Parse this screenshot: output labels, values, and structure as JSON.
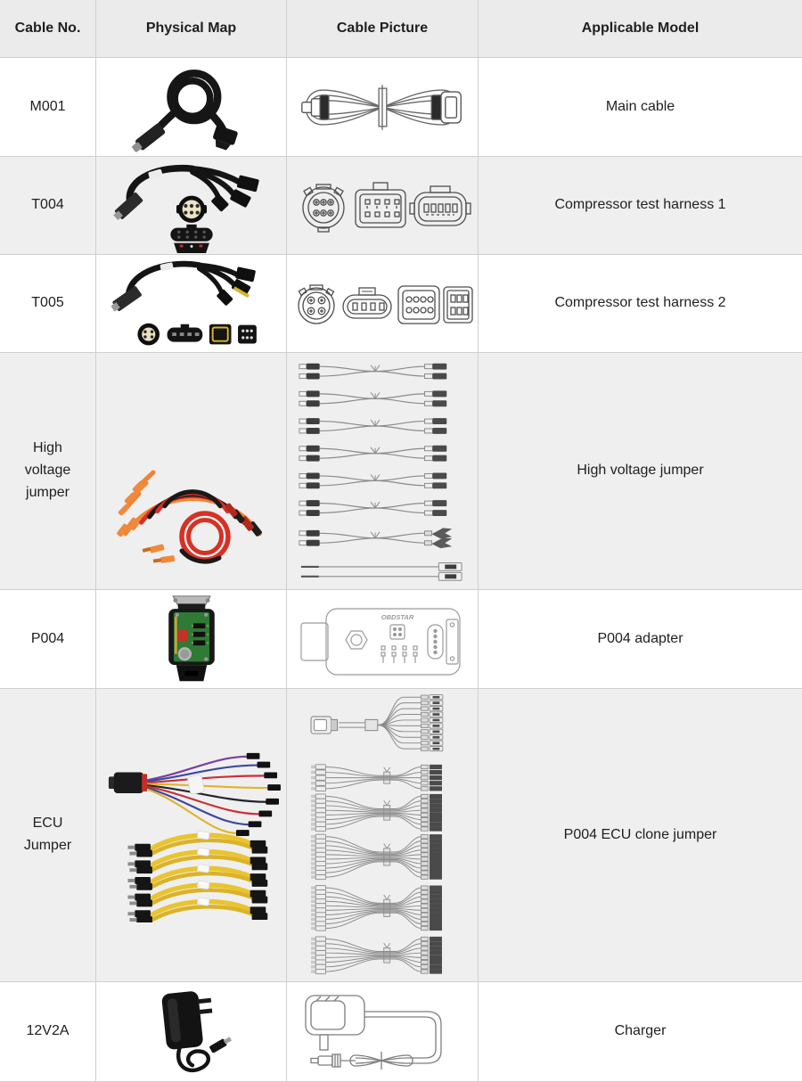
{
  "colors": {
    "header_bg": "#ebebeb",
    "row_alt_bg": "#efefef",
    "row_bg": "#ffffff",
    "border": "#cfcfcf",
    "text": "#1f1f1f",
    "cable_orange": "#f08434",
    "cable_red": "#d63125",
    "cable_yellow": "#e9c42f",
    "cable_black": "#191919",
    "pcb_green": "#2f7a35",
    "line_art_gray": "#8a8a8a"
  },
  "table": {
    "headers": [
      "Cable No.",
      "Physical Map",
      "Cable Picture",
      "Applicable Model"
    ],
    "rows": [
      {
        "cable_no": "M001",
        "model": "Main cable"
      },
      {
        "cable_no": "T004",
        "model": "Compressor test harness 1"
      },
      {
        "cable_no": "T005",
        "model": "Compressor test harness 2"
      },
      {
        "cable_no": "High voltage jumper",
        "model": "High voltage jumper"
      },
      {
        "cable_no": "P004",
        "model": "P004 adapter"
      },
      {
        "cable_no": "ECU Jumper",
        "model": "P004 ECU clone jumper"
      },
      {
        "cable_no": "12V2A",
        "model": "Charger"
      }
    ]
  },
  "drawings": {
    "p004_watermark": "OBDSTAR"
  }
}
